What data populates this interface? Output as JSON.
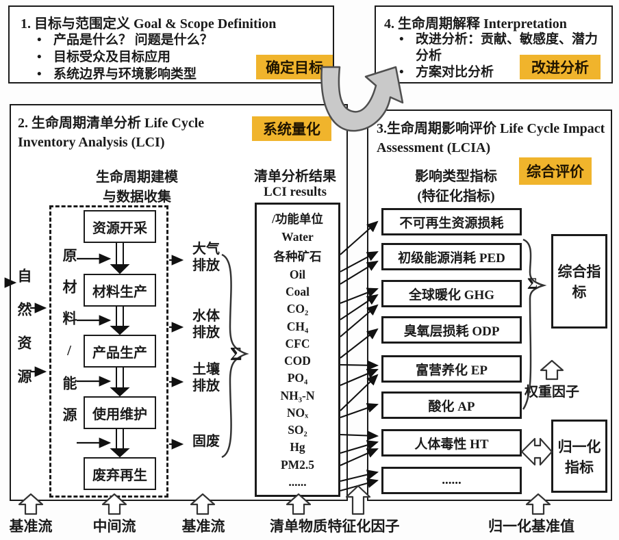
{
  "colors": {
    "badge_bg": "#F0B42C",
    "badge_text": "#1f1400",
    "line": "#1a1a1a",
    "curved_arrow_fill": "#c9c9c9"
  },
  "bullet_char": "•",
  "phase1": {
    "title": "1.  目标与范围定义  Goal & Scope Definition",
    "bullets": [
      "产品是什么？ 问题是什么？",
      "目标受众及目标应用",
      "系统边界与环境影响类型"
    ],
    "badge": "确定目标"
  },
  "phase4": {
    "title": "4. 生命周期解释  Interpretation",
    "bullets": [
      "改进分析：贡献、敏感度、潜力分析",
      "方案对比分析"
    ],
    "badge": "改进分析"
  },
  "phase2": {
    "title": "2. 生命周期清单分析 Life Cycle Inventory Analysis (LCI)",
    "badge": "系统量化",
    "modeling_title_line1": "生命周期建模",
    "modeling_title_line2": "与数据收集",
    "natural_resources_label": "自然资源",
    "material_energy_label": "原材料/能源",
    "stages": [
      "资源开采",
      "材料生产",
      "产品生产",
      "使用维护",
      "废弃再生"
    ],
    "emissions": [
      "大气排放",
      "水体排放",
      "土壤排放",
      "固废"
    ],
    "sigma": "Σ",
    "lci_header_line1": "清单分析结果",
    "lci_header_line2": "LCI results",
    "lci_items": [
      "/功能单位",
      "Water",
      "各种矿石",
      "Oil",
      "Coal",
      "CO₂",
      "CH₄",
      "CFC",
      "COD",
      "PO₄",
      "NH₃-N",
      "NOₓ",
      "SO₂",
      "Hg",
      "PM2.5",
      "......"
    ]
  },
  "phase3": {
    "title": "3.生命周期影响评价 Life Cycle Impact Assessment (LCIA)",
    "badge": "综合评价",
    "subtitle_line1": "影响类型指标",
    "subtitle_line2": "(特征化指标)",
    "impacts": [
      "不可再生资源损耗",
      "初级能源消耗 PED",
      "全球暖化 GHG",
      "臭氧层损耗 ODP",
      "富营养化 EP",
      "酸化 AP",
      "人体毒性 HT",
      "......"
    ],
    "sigma": "Σ",
    "composite_indicator": "综合指标",
    "weight_factor_label": "权重因子",
    "normalized_indicator": "归一化指标"
  },
  "bottom_labels": [
    "基准流",
    "中间流",
    "基准流",
    "清单物质",
    "特征化因子",
    "归一化基准值"
  ]
}
